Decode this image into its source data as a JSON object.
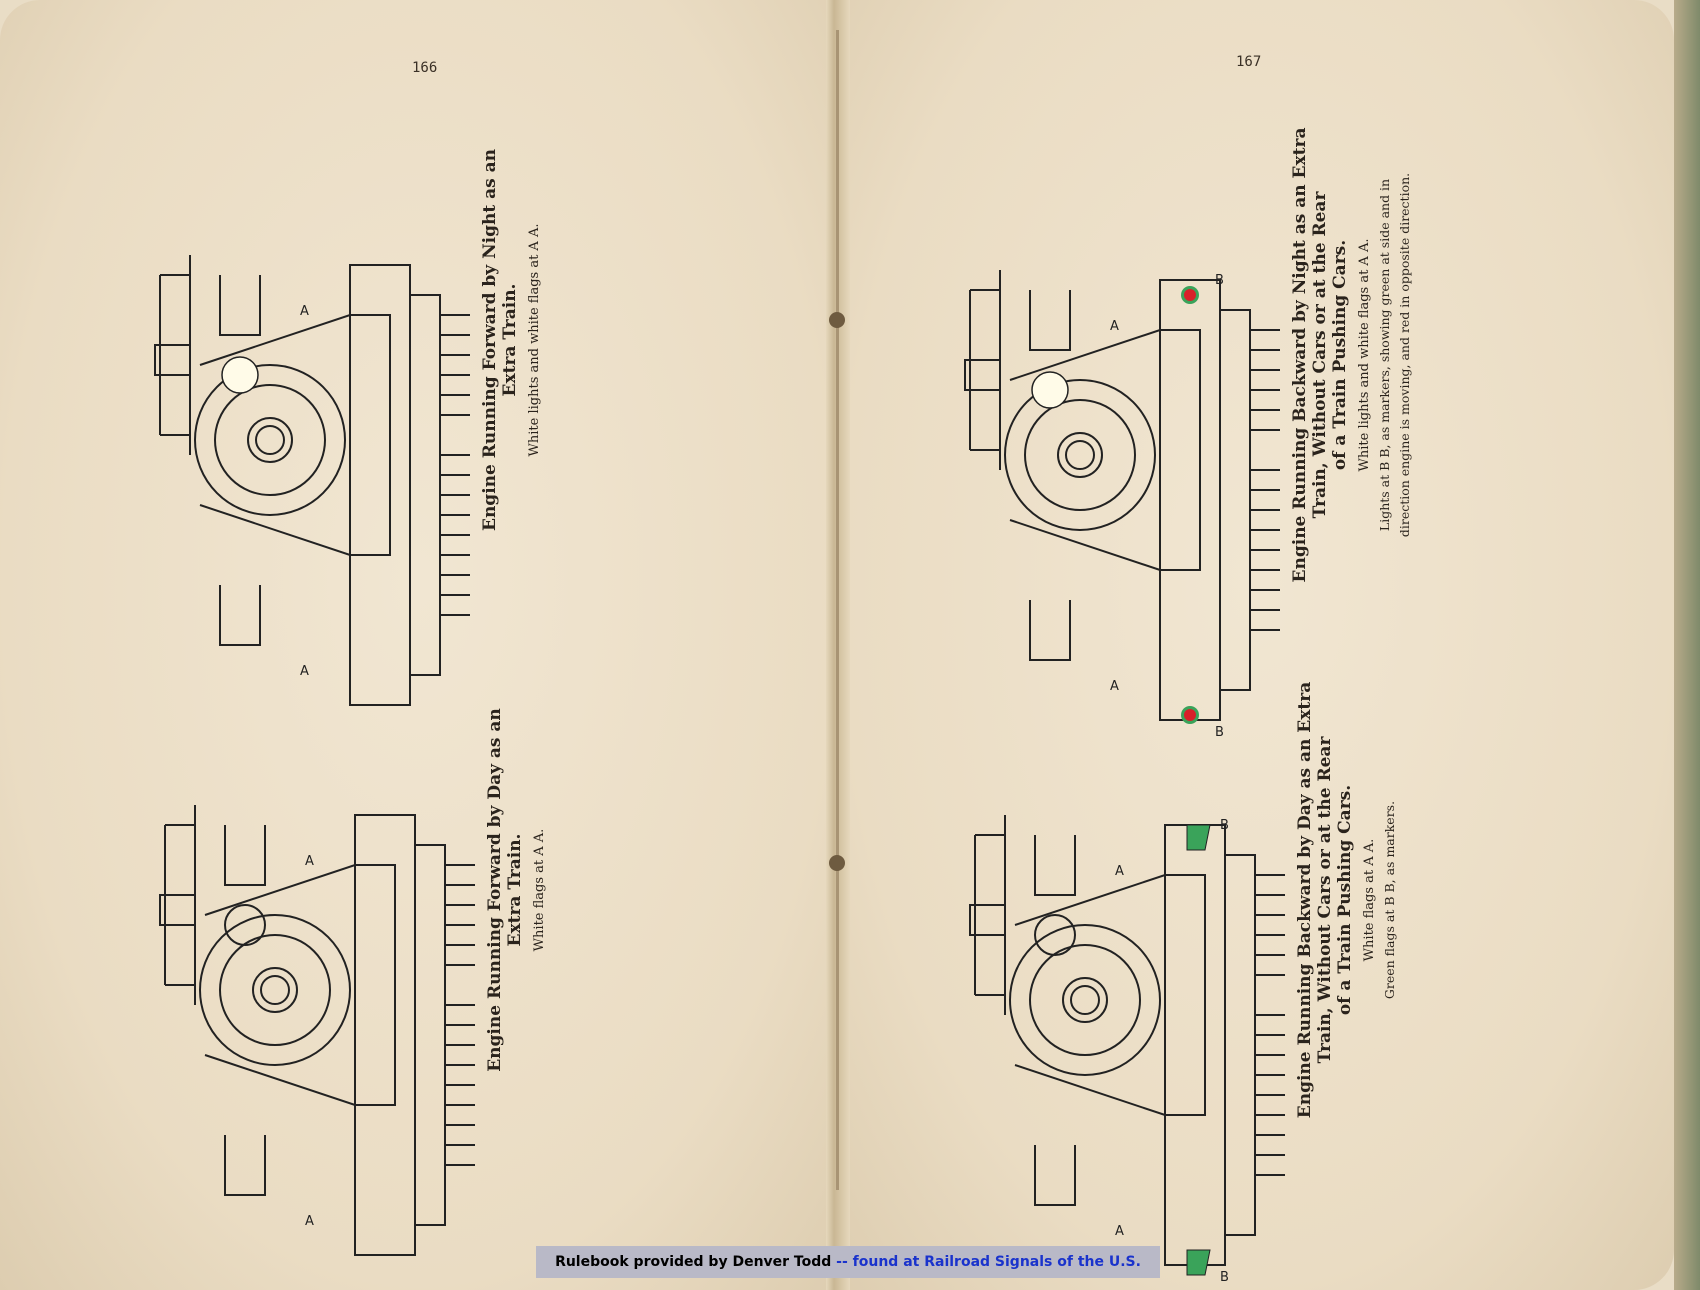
{
  "pages": {
    "left_number": "166",
    "right_number": "167"
  },
  "plates": [
    {
      "title_line1": "Engine Running Forward by Night as an",
      "title_line2": "Extra Train.",
      "title_line3": "",
      "note1": "White lights and white flags at A A.",
      "note2": "",
      "note3": "",
      "labels": [
        "A",
        "A"
      ]
    },
    {
      "title_line1": "Engine Running Forward by Day as an",
      "title_line2": "Extra Train.",
      "title_line3": "",
      "note1": "White flags at A A.",
      "note2": "",
      "note3": "",
      "labels": [
        "A",
        "A"
      ]
    },
    {
      "title_line1": "Engine Running Backward by Night as an Extra",
      "title_line2": "Train, Without Cars or at the Rear",
      "title_line3": "of a Train Pushing Cars.",
      "note1": "White lights and white flags at A A.",
      "note2": "Lights at B B, as markers, showing green at side and in",
      "note3": "direction engine is moving, and red in opposite direction.",
      "labels": [
        "A",
        "A",
        "B",
        "B"
      ]
    },
    {
      "title_line1": "Engine Running Backward by Day as an Extra",
      "title_line2": "Train, Without Cars or at the Rear",
      "title_line3": "of a Train Pushing Cars.",
      "note1": "White flags at A A.",
      "note2": "Green flags at B B, as markers.",
      "note3": "",
      "labels": [
        "A",
        "A",
        "B",
        "B"
      ]
    }
  ],
  "footer": {
    "credit": "Rulebook provided by Denver Todd",
    "link": "-- found at Railroad Signals of the U.S."
  },
  "colors": {
    "paper": "#eadcc3",
    "ink": "#2a231c",
    "marker_red": "#d8202a",
    "marker_green": "#3aa35a",
    "banner": "#b9b9c7",
    "link": "#1a33cc"
  }
}
